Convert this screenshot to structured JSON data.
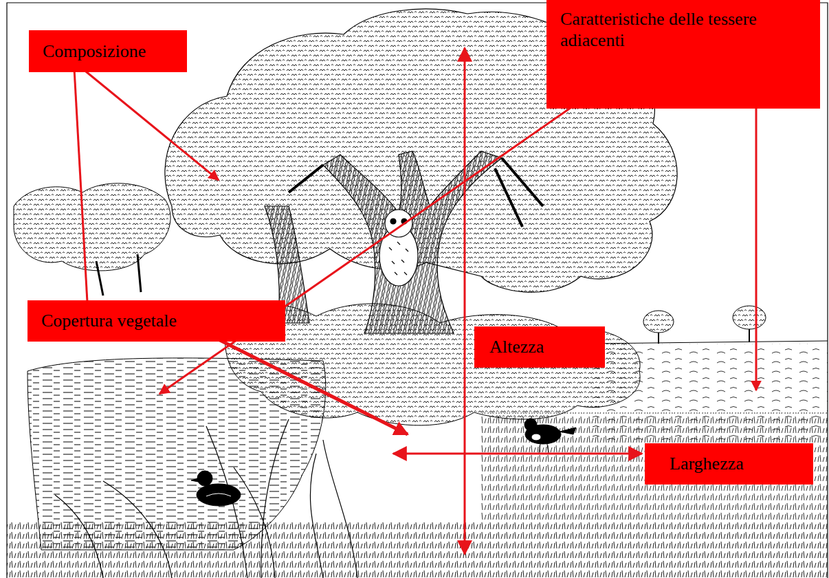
{
  "diagram": {
    "nodes": [
      {
        "text": [
          "Composizione"
        ]
      },
      {
        "text": [
          "Caratteristiche delle tessere adiacenti"
        ]
      },
      {
        "text": [
          "Copertura vegetale"
        ]
      },
      {
        "text": [
          "Altezza"
        ]
      },
      {
        "text": [
          "Larghezza"
        ]
      }
    ]
  }
}
